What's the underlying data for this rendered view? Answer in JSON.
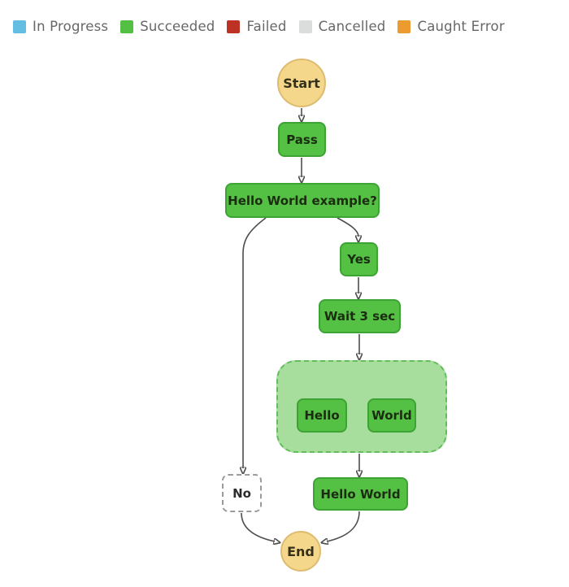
{
  "legend": {
    "items": [
      {
        "label": "In Progress",
        "color": "#64BEE3"
      },
      {
        "label": "Succeeded",
        "color": "#54C043"
      },
      {
        "label": "Failed",
        "color": "#BE3226"
      },
      {
        "label": "Cancelled",
        "color": "#DBDDDC"
      },
      {
        "label": "Caught Error",
        "color": "#EC9B2F"
      }
    ]
  },
  "diagram": {
    "type": "workflow-execution-graph",
    "nodes": {
      "start": {
        "label": "Start",
        "shape": "circle",
        "status": "start"
      },
      "pass": {
        "label": "Pass",
        "shape": "rect",
        "status": "succeeded"
      },
      "choice": {
        "label": "Hello World example?",
        "shape": "rect",
        "status": "succeeded"
      },
      "yes": {
        "label": "Yes",
        "shape": "rect",
        "status": "succeeded"
      },
      "wait": {
        "label": "Wait 3 sec",
        "shape": "rect",
        "status": "succeeded"
      },
      "parallel": {
        "label": "",
        "shape": "group",
        "status": "succeeded"
      },
      "hello": {
        "label": "Hello",
        "shape": "rect",
        "status": "succeeded"
      },
      "world": {
        "label": "World",
        "shape": "rect",
        "status": "succeeded"
      },
      "no": {
        "label": "No",
        "shape": "rect-dashed",
        "status": "not-executed"
      },
      "hello_world": {
        "label": "Hello World",
        "shape": "rect",
        "status": "succeeded"
      },
      "end": {
        "label": "End",
        "shape": "circle",
        "status": "end"
      }
    },
    "edges": [
      {
        "from": "start",
        "to": "pass"
      },
      {
        "from": "pass",
        "to": "choice"
      },
      {
        "from": "choice",
        "to": "yes"
      },
      {
        "from": "choice",
        "to": "no"
      },
      {
        "from": "yes",
        "to": "wait"
      },
      {
        "from": "wait",
        "to": "parallel"
      },
      {
        "from": "parallel",
        "to": "hello"
      },
      {
        "from": "parallel",
        "to": "world"
      },
      {
        "from": "parallel",
        "to": "hello_world"
      },
      {
        "from": "no",
        "to": "end"
      },
      {
        "from": "hello_world",
        "to": "end"
      }
    ]
  },
  "colors": {
    "succeeded_fill": "#54C044",
    "succeeded_border": "#3EA335",
    "group_fill": "#A7DE9E",
    "group_border": "#64BD5C",
    "terminal_fill": "#F4D78A",
    "terminal_border": "#DDBC72",
    "not_executed_fill": "#FFFFFF",
    "not_executed_border": "#9B9B9B",
    "edge": "#4D4D4D",
    "legend_text": "#676767"
  }
}
